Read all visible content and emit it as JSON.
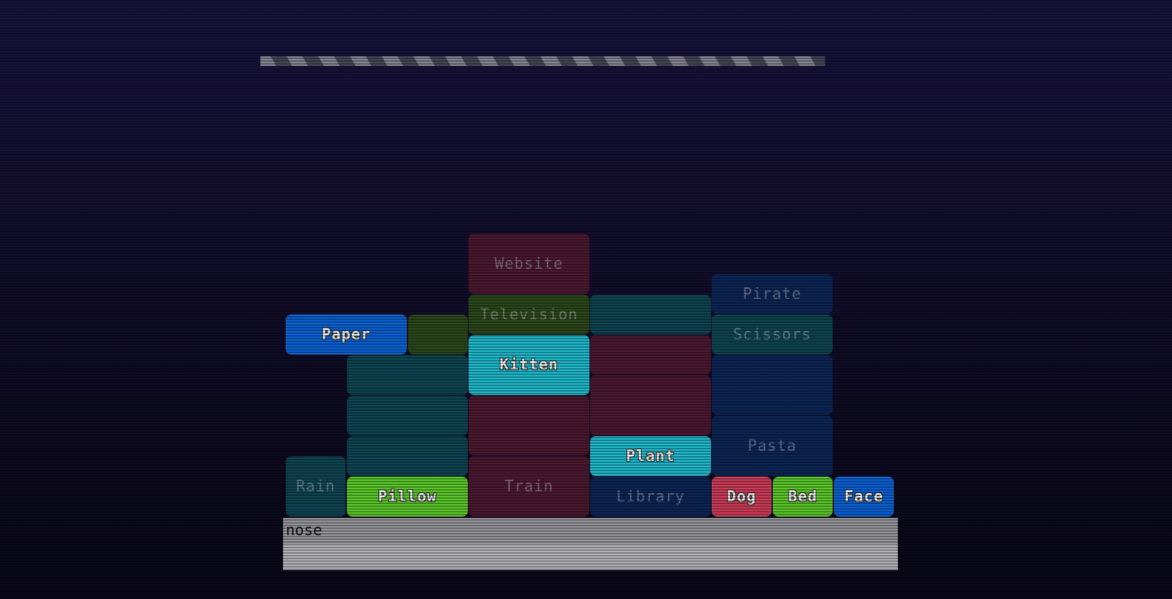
{
  "colors": {
    "teal": "#0f4654",
    "green_dim": "#2c4a1c",
    "maroon": "#4e1a32",
    "navy": "#0c2758",
    "blue": "#0a63d8",
    "green": "#5ccc2a",
    "cyan": "#1fbccf",
    "red": "#d23d5a"
  },
  "blocks": [
    {
      "label": "Rain",
      "color": "teal",
      "bright": false
    },
    {
      "label": "Pillow",
      "color": "green",
      "bright": true
    },
    {
      "label": "",
      "color": "teal",
      "bright": false
    },
    {
      "label": "",
      "color": "teal",
      "bright": false
    },
    {
      "label": "",
      "color": "teal",
      "bright": false
    },
    {
      "label": "Paper",
      "color": "blue",
      "bright": true
    },
    {
      "label": "",
      "color": "green_dim",
      "bright": false
    },
    {
      "label": "Train",
      "color": "maroon",
      "bright": false
    },
    {
      "label": "",
      "color": "maroon",
      "bright": false
    },
    {
      "label": "Kitten",
      "color": "cyan",
      "bright": true
    },
    {
      "label": "Television",
      "color": "green_dim",
      "bright": false
    },
    {
      "label": "Website",
      "color": "maroon",
      "bright": false
    },
    {
      "label": "Library",
      "color": "navy",
      "bright": false
    },
    {
      "label": "Plant",
      "color": "cyan",
      "bright": true
    },
    {
      "label": "",
      "color": "maroon",
      "bright": false
    },
    {
      "label": "",
      "color": "maroon",
      "bright": false
    },
    {
      "label": "",
      "color": "teal",
      "bright": false
    },
    {
      "label": "Pasta",
      "color": "navy",
      "bright": false
    },
    {
      "label": "",
      "color": "navy",
      "bright": false
    },
    {
      "label": "Scissors",
      "color": "teal",
      "bright": false
    },
    {
      "label": "Pirate",
      "color": "navy",
      "bright": false
    },
    {
      "label": "Dog",
      "color": "red",
      "bright": true
    },
    {
      "label": "Bed",
      "color": "green",
      "bright": true
    },
    {
      "label": "Face",
      "color": "blue",
      "bright": true
    }
  ],
  "input": {
    "value": "nose"
  }
}
